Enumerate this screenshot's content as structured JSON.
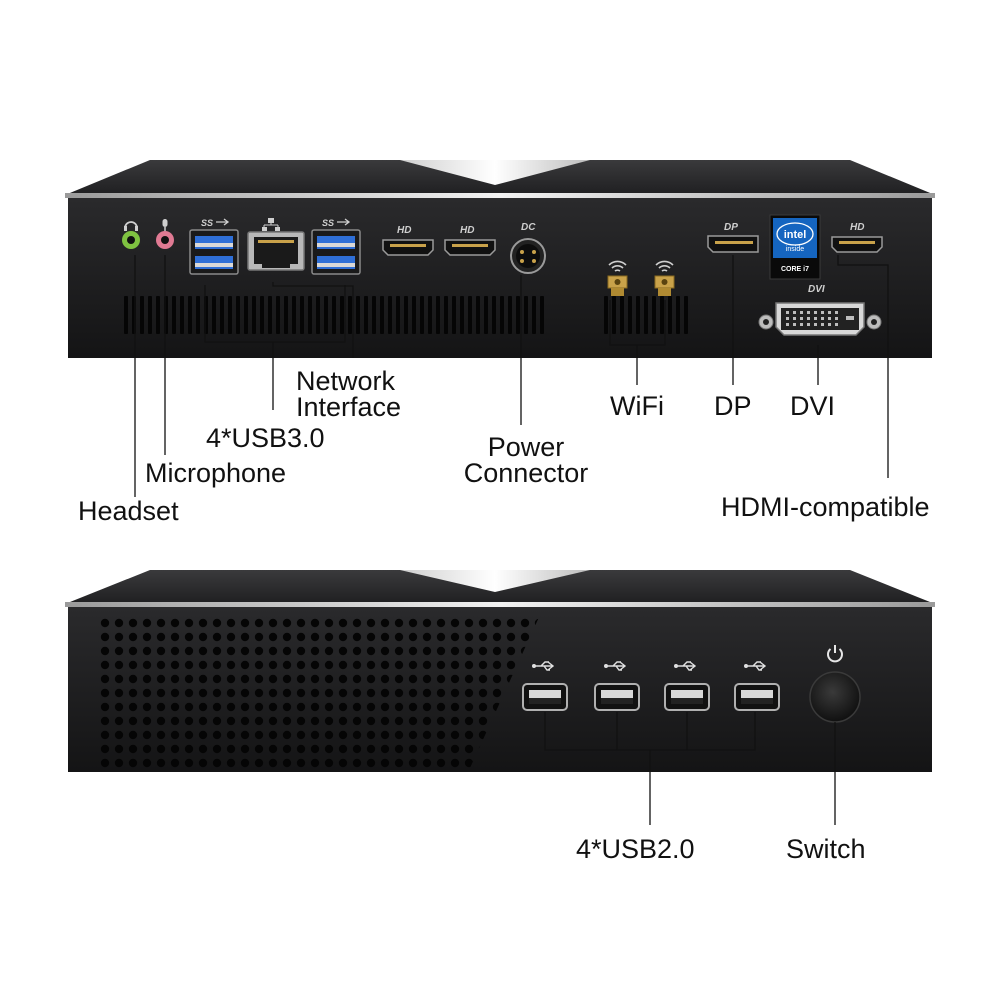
{
  "top_unit": {
    "port_marks": {
      "usb3": "SS",
      "hd": "HD",
      "dc": "DC",
      "dp": "DP",
      "dvi": "DVI"
    },
    "intel_badge": {
      "brand": "intel",
      "line1": "inside",
      "line2": "CORE i7"
    },
    "callouts": {
      "headset": "Headset",
      "microphone": "Microphone",
      "usb3": "4*USB3.0",
      "network_line1": "Network",
      "network_line2": "Interface",
      "power_line1": "Power",
      "power_line2": "Connector",
      "wifi": "WiFi",
      "dp": "DP",
      "dvi": "DVI",
      "hdmi": "HDMI-compatible"
    }
  },
  "bottom_unit": {
    "callouts": {
      "usb2": "4*USB2.0",
      "switch": "Switch"
    }
  },
  "colors": {
    "case_dark": "#1c1c1e",
    "case_top": "#2e2e30",
    "bevel": "#e6e6e6",
    "usb3_blue": "#2f6fd6",
    "headset_green": "#7fc241",
    "mic_pink": "#e07a93",
    "gold": "#c9a24a",
    "intel_blue": "#1565c0"
  }
}
